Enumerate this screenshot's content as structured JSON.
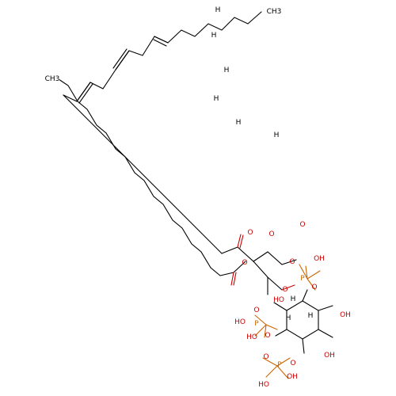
{
  "colors": {
    "background": "#ffffff",
    "carbon": "#000000",
    "oxygen": "#cc0000",
    "phosphorus": "#cc6600"
  },
  "labels": {
    "ch3_top": "CH3",
    "ch3_left": "CH3",
    "h1": "H",
    "h2": "H",
    "h3": "H",
    "h4": "H",
    "h5": "H",
    "h6": "H",
    "o_ester1_carbonyl": "O",
    "o_ester1_link": "O",
    "o_ester2_carbonyl": "O",
    "o_ester2_link": "O",
    "o_glycerol3": "O",
    "p1": "P",
    "p1_o_double": "O",
    "p1_oh": "OH",
    "p1_o_ring": "O",
    "ho_ring_top": "HO",
    "oh_ring_right": "OH",
    "oh_ring_bottom": "OH",
    "h_ring_top": "H",
    "h_ring_mid": "H",
    "h_ring_right": "H",
    "p2": "P",
    "p2_o_ring": "O",
    "p2_o_double": "O",
    "p2_oh_left": "HO",
    "p2_oh_bottom": "HO",
    "p3": "P",
    "p3_o_ring": "O",
    "p3_o_double": "O",
    "p3_oh_right": "OH",
    "p3_oh_bottom": "HO"
  }
}
